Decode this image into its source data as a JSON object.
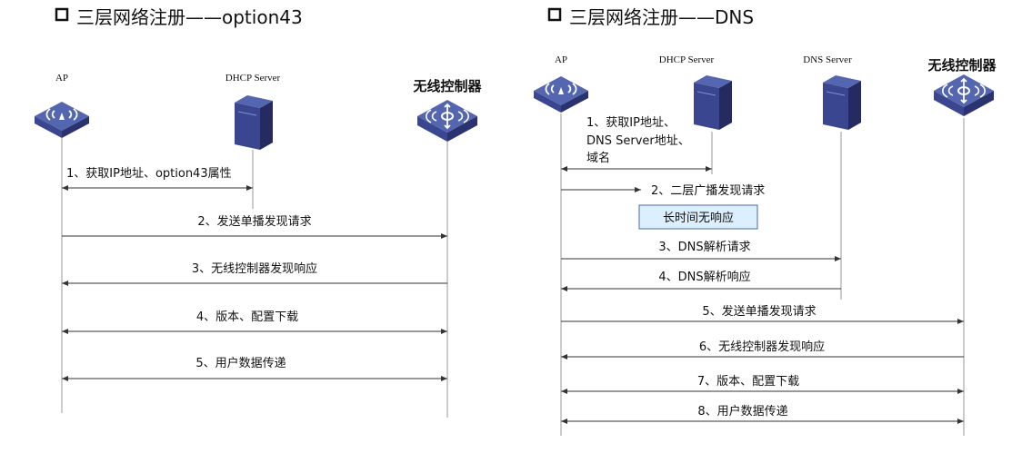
{
  "left": {
    "title": "三层网络注册——option43",
    "actors": {
      "ap": "AP",
      "dhcp": "DHCP Server",
      "controller": "无线控制器"
    },
    "messages": [
      "1、获取IP地址、option43属性",
      "2、发送单播发现请求",
      "3、无线控制器发现响应",
      "4、版本、配置下载",
      "5、用户数据传递"
    ]
  },
  "right": {
    "title": "三层网络注册——DNS",
    "actors": {
      "ap": "AP",
      "dhcp": "DHCP Server",
      "dns": "DNS Server",
      "controller": "无线控制器"
    },
    "msg1": [
      "1、获取IP地址、",
      "DNS Server地址、",
      "域名"
    ],
    "messages": [
      "2、二层广播发现请求",
      "3、DNS解析请求",
      "4、DNS解析响应",
      "5、发送单播发现请求",
      "6、无线控制器发现响应",
      "7、版本、配置下载",
      "8、用户数据传递"
    ],
    "note": "长时间无响应"
  },
  "colors": {
    "device": "#4a5aa8",
    "device_dark": "#2a3270",
    "note_bg": "#dcefff",
    "note_border": "#4a6aa0"
  }
}
